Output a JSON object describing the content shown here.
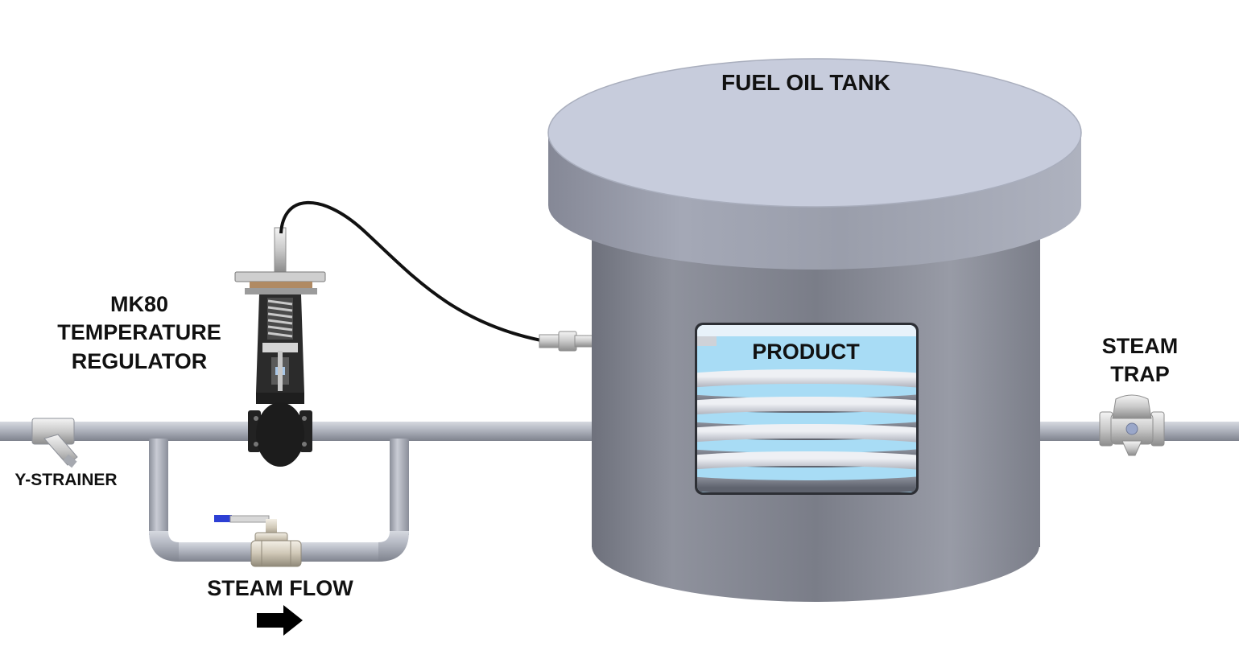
{
  "labels": {
    "tank": "FUEL OIL TANK",
    "product": "PRODUCT",
    "regulator_line1": "MK80",
    "regulator_line2": "TEMPERATURE",
    "regulator_line3": "REGULATOR",
    "steam_trap_line1": "STEAM",
    "steam_trap_line2": "TRAP",
    "y_strainer": "Y-STRAINER",
    "steam_flow": "STEAM FLOW"
  },
  "icons": {
    "flow_arrow": "right-arrow-icon",
    "ball_valve": "ball-valve-icon",
    "y_strainer": "y-strainer-icon",
    "steam_trap": "steam-trap-icon",
    "regulator": "temperature-regulator-icon",
    "sensor_bulb": "sensor-bulb-icon"
  },
  "colors": {
    "pipe": "#a9adb8",
    "tank_body": "#8d909b",
    "tank_lid": "#c7ccdc",
    "product_liquid": "#a8dcf5",
    "regulator_body": "#2a2a2a",
    "capillary": "#111111",
    "arrow": "#000000"
  }
}
